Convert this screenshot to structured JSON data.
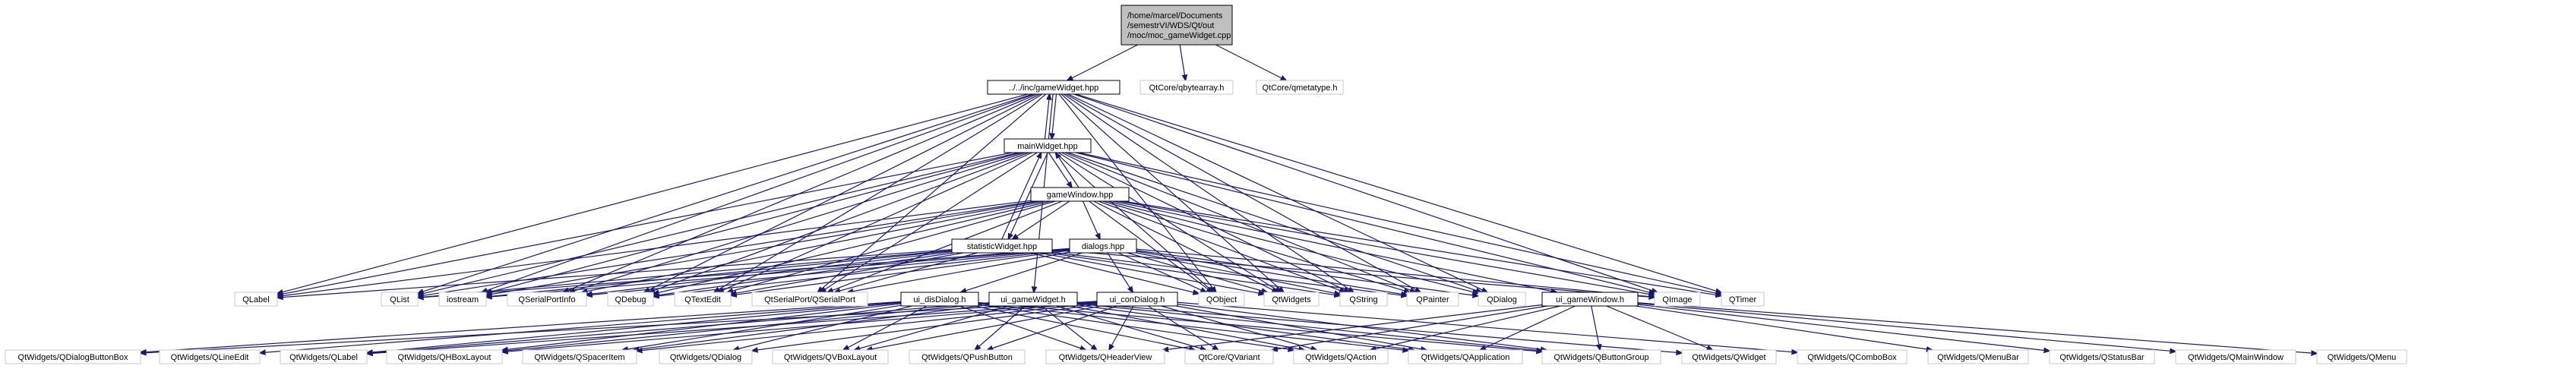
{
  "diagram": {
    "edge_color": "#191970",
    "nodes": [
      {
        "id": "moc",
        "label": [
          "/home/marcel/Documents",
          "/semestrVI/WDS/Qt/out",
          "/moc/moc_gameWidget.cpp"
        ],
        "kind": "root"
      },
      {
        "id": "gameWidget",
        "label": [
          "../../inc/gameWidget.hpp"
        ],
        "kind": "linked"
      },
      {
        "id": "qbytearray",
        "label": [
          "QtCore/qbytearray.h"
        ],
        "kind": "plain"
      },
      {
        "id": "qmetatype",
        "label": [
          "QtCore/qmetatype.h"
        ],
        "kind": "plain"
      },
      {
        "id": "mainWidget",
        "label": [
          "mainWidget.hpp"
        ],
        "kind": "linked"
      },
      {
        "id": "gameWindow",
        "label": [
          "gameWindow.hpp"
        ],
        "kind": "linked"
      },
      {
        "id": "statisticWidget",
        "label": [
          "statisticWidget.hpp"
        ],
        "kind": "linked"
      },
      {
        "id": "dialogs",
        "label": [
          "dialogs.hpp"
        ],
        "kind": "linked"
      },
      {
        "id": "QLabel",
        "label": [
          "QLabel"
        ],
        "kind": "plain"
      },
      {
        "id": "QList",
        "label": [
          "QList"
        ],
        "kind": "plain"
      },
      {
        "id": "iostream",
        "label": [
          "iostream"
        ],
        "kind": "plain"
      },
      {
        "id": "QSerialPortInfo",
        "label": [
          "QSerialPortInfo"
        ],
        "kind": "plain"
      },
      {
        "id": "QDebug",
        "label": [
          "QDebug"
        ],
        "kind": "plain"
      },
      {
        "id": "QTextEdit",
        "label": [
          "QTextEdit"
        ],
        "kind": "plain"
      },
      {
        "id": "QtSerialPort",
        "label": [
          "QtSerialPort/QSerialPort"
        ],
        "kind": "plain"
      },
      {
        "id": "QObject",
        "label": [
          "QObject"
        ],
        "kind": "plain"
      },
      {
        "id": "QtWidgets",
        "label": [
          "QtWidgets"
        ],
        "kind": "plain"
      },
      {
        "id": "QString",
        "label": [
          "QString"
        ],
        "kind": "plain"
      },
      {
        "id": "QPainter",
        "label": [
          "QPainter"
        ],
        "kind": "plain"
      },
      {
        "id": "QDialog",
        "label": [
          "QDialog"
        ],
        "kind": "plain"
      },
      {
        "id": "QImage",
        "label": [
          "QImage"
        ],
        "kind": "plain"
      },
      {
        "id": "QTimer",
        "label": [
          "QTimer"
        ],
        "kind": "plain"
      },
      {
        "id": "ui_disDialog",
        "label": [
          "ui_disDialog.h"
        ],
        "kind": "linked"
      },
      {
        "id": "ui_gameWidget",
        "label": [
          "ui_gameWidget.h"
        ],
        "kind": "linked"
      },
      {
        "id": "ui_conDialog",
        "label": [
          "ui_conDialog.h"
        ],
        "kind": "linked"
      },
      {
        "id": "ui_gameWindow",
        "label": [
          "ui_gameWindow.h"
        ],
        "kind": "linked"
      },
      {
        "id": "w_QDialogButtonBox",
        "label": [
          "QtWidgets/QDialogButtonBox"
        ],
        "kind": "plain"
      },
      {
        "id": "w_QLineEdit",
        "label": [
          "QtWidgets/QLineEdit"
        ],
        "kind": "plain"
      },
      {
        "id": "w_QLabel",
        "label": [
          "QtWidgets/QLabel"
        ],
        "kind": "plain"
      },
      {
        "id": "w_QHBoxLayout",
        "label": [
          "QtWidgets/QHBoxLayout"
        ],
        "kind": "plain"
      },
      {
        "id": "w_QSpacerItem",
        "label": [
          "QtWidgets/QSpacerItem"
        ],
        "kind": "plain"
      },
      {
        "id": "w_QDialog",
        "label": [
          "QtWidgets/QDialog"
        ],
        "kind": "plain"
      },
      {
        "id": "w_QVBoxLayout",
        "label": [
          "QtWidgets/QVBoxLayout"
        ],
        "kind": "plain"
      },
      {
        "id": "w_QPushButton",
        "label": [
          "QtWidgets/QPushButton"
        ],
        "kind": "plain"
      },
      {
        "id": "w_QHeaderView",
        "label": [
          "QtWidgets/QHeaderView"
        ],
        "kind": "plain"
      },
      {
        "id": "c_QVariant",
        "label": [
          "QtCore/QVariant"
        ],
        "kind": "plain"
      },
      {
        "id": "w_QAction",
        "label": [
          "QtWidgets/QAction"
        ],
        "kind": "plain"
      },
      {
        "id": "w_QApplication",
        "label": [
          "QtWidgets/QApplication"
        ],
        "kind": "plain"
      },
      {
        "id": "w_QButtonGroup",
        "label": [
          "QtWidgets/QButtonGroup"
        ],
        "kind": "plain"
      },
      {
        "id": "w_QWidget",
        "label": [
          "QtWidgets/QWidget"
        ],
        "kind": "plain"
      },
      {
        "id": "w_QComboBox",
        "label": [
          "QtWidgets/QComboBox"
        ],
        "kind": "plain"
      },
      {
        "id": "w_QMenuBar",
        "label": [
          "QtWidgets/QMenuBar"
        ],
        "kind": "plain"
      },
      {
        "id": "w_QStatusBar",
        "label": [
          "QtWidgets/QStatusBar"
        ],
        "kind": "plain"
      },
      {
        "id": "w_QMainWindow",
        "label": [
          "QtWidgets/QMainWindow"
        ],
        "kind": "plain"
      },
      {
        "id": "w_QMenu",
        "label": [
          "QtWidgets/QMenu"
        ],
        "kind": "plain"
      }
    ],
    "edges": [
      [
        "moc",
        "gameWidget"
      ],
      [
        "moc",
        "qbytearray"
      ],
      [
        "moc",
        "qmetatype"
      ],
      [
        "gameWidget",
        "mainWidget"
      ],
      [
        "gameWidget",
        "QLabel"
      ],
      [
        "gameWidget",
        "QList"
      ],
      [
        "gameWidget",
        "iostream"
      ],
      [
        "gameWidget",
        "QSerialPortInfo"
      ],
      [
        "gameWidget",
        "QDebug"
      ],
      [
        "gameWidget",
        "QTextEdit"
      ],
      [
        "gameWidget",
        "QtSerialPort"
      ],
      [
        "gameWidget",
        "QObject"
      ],
      [
        "gameWidget",
        "QtWidgets"
      ],
      [
        "gameWidget",
        "QString"
      ],
      [
        "gameWidget",
        "QPainter"
      ],
      [
        "gameWidget",
        "QDialog"
      ],
      [
        "gameWidget",
        "QImage"
      ],
      [
        "gameWidget",
        "QTimer"
      ],
      [
        "gameWidget",
        "ui_gameWidget"
      ],
      [
        "mainWidget",
        "gameWidget"
      ],
      [
        "mainWidget",
        "gameWindow"
      ],
      [
        "mainWidget",
        "statisticWidget"
      ],
      [
        "mainWidget",
        "QLabel"
      ],
      [
        "mainWidget",
        "QList"
      ],
      [
        "mainWidget",
        "iostream"
      ],
      [
        "mainWidget",
        "QSerialPortInfo"
      ],
      [
        "mainWidget",
        "QDebug"
      ],
      [
        "mainWidget",
        "QTextEdit"
      ],
      [
        "mainWidget",
        "QtSerialPort"
      ],
      [
        "mainWidget",
        "QObject"
      ],
      [
        "mainWidget",
        "QtWidgets"
      ],
      [
        "mainWidget",
        "QString"
      ],
      [
        "mainWidget",
        "QPainter"
      ],
      [
        "mainWidget",
        "QDialog"
      ],
      [
        "mainWidget",
        "QImage"
      ],
      [
        "mainWidget",
        "QTimer"
      ],
      [
        "gameWindow",
        "mainWidget"
      ],
      [
        "gameWindow",
        "dialogs"
      ],
      [
        "gameWindow",
        "statisticWidget"
      ],
      [
        "gameWindow",
        "QLabel"
      ],
      [
        "gameWindow",
        "QList"
      ],
      [
        "gameWindow",
        "iostream"
      ],
      [
        "gameWindow",
        "QSerialPortInfo"
      ],
      [
        "gameWindow",
        "QDebug"
      ],
      [
        "gameWindow",
        "QTextEdit"
      ],
      [
        "gameWindow",
        "QtSerialPort"
      ],
      [
        "gameWindow",
        "QObject"
      ],
      [
        "gameWindow",
        "QtWidgets"
      ],
      [
        "gameWindow",
        "QString"
      ],
      [
        "gameWindow",
        "QPainter"
      ],
      [
        "gameWindow",
        "QDialog"
      ],
      [
        "gameWindow",
        "QImage"
      ],
      [
        "gameWindow",
        "QTimer"
      ],
      [
        "gameWindow",
        "ui_gameWindow"
      ],
      [
        "statisticWidget",
        "mainWidget"
      ],
      [
        "statisticWidget",
        "QLabel"
      ],
      [
        "statisticWidget",
        "QList"
      ],
      [
        "statisticWidget",
        "iostream"
      ],
      [
        "statisticWidget",
        "QSerialPortInfo"
      ],
      [
        "statisticWidget",
        "QDebug"
      ],
      [
        "statisticWidget",
        "QTextEdit"
      ],
      [
        "statisticWidget",
        "QtSerialPort"
      ],
      [
        "statisticWidget",
        "QObject"
      ],
      [
        "statisticWidget",
        "QtWidgets"
      ],
      [
        "statisticWidget",
        "QString"
      ],
      [
        "statisticWidget",
        "QPainter"
      ],
      [
        "statisticWidget",
        "QImage"
      ],
      [
        "dialogs",
        "QList"
      ],
      [
        "dialogs",
        "iostream"
      ],
      [
        "dialogs",
        "QSerialPortInfo"
      ],
      [
        "dialogs",
        "QDebug"
      ],
      [
        "dialogs",
        "QTextEdit"
      ],
      [
        "dialogs",
        "QtSerialPort"
      ],
      [
        "dialogs",
        "QObject"
      ],
      [
        "dialogs",
        "QtWidgets"
      ],
      [
        "dialogs",
        "QString"
      ],
      [
        "dialogs",
        "QPainter"
      ],
      [
        "dialogs",
        "QDialog"
      ],
      [
        "dialogs",
        "QImage"
      ],
      [
        "dialogs",
        "ui_disDialog"
      ],
      [
        "dialogs",
        "ui_conDialog"
      ],
      [
        "ui_disDialog",
        "w_QDialogButtonBox"
      ],
      [
        "ui_disDialog",
        "w_QLineEdit"
      ],
      [
        "ui_disDialog",
        "w_QLabel"
      ],
      [
        "ui_disDialog",
        "w_QHBoxLayout"
      ],
      [
        "ui_disDialog",
        "w_QSpacerItem"
      ],
      [
        "ui_disDialog",
        "w_QDialog"
      ],
      [
        "ui_disDialog",
        "w_QVBoxLayout"
      ],
      [
        "ui_disDialog",
        "w_QHeaderView"
      ],
      [
        "ui_disDialog",
        "c_QVariant"
      ],
      [
        "ui_disDialog",
        "w_QAction"
      ],
      [
        "ui_disDialog",
        "w_QApplication"
      ],
      [
        "ui_disDialog",
        "w_QButtonGroup"
      ],
      [
        "ui_gameWidget",
        "w_QLabel"
      ],
      [
        "ui_gameWidget",
        "w_QHBoxLayout"
      ],
      [
        "ui_gameWidget",
        "w_QSpacerItem"
      ],
      [
        "ui_gameWidget",
        "w_QVBoxLayout"
      ],
      [
        "ui_gameWidget",
        "w_QPushButton"
      ],
      [
        "ui_gameWidget",
        "w_QHeaderView"
      ],
      [
        "ui_gameWidget",
        "c_QVariant"
      ],
      [
        "ui_gameWidget",
        "w_QAction"
      ],
      [
        "ui_gameWidget",
        "w_QApplication"
      ],
      [
        "ui_gameWidget",
        "w_QButtonGroup"
      ],
      [
        "ui_gameWidget",
        "w_QWidget"
      ],
      [
        "ui_conDialog",
        "w_QDialogButtonBox"
      ],
      [
        "ui_conDialog",
        "w_QLabel"
      ],
      [
        "ui_conDialog",
        "w_QHBoxLayout"
      ],
      [
        "ui_conDialog",
        "w_QSpacerItem"
      ],
      [
        "ui_conDialog",
        "w_QDialog"
      ],
      [
        "ui_conDialog",
        "w_QVBoxLayout"
      ],
      [
        "ui_conDialog",
        "w_QPushButton"
      ],
      [
        "ui_conDialog",
        "w_QHeaderView"
      ],
      [
        "ui_conDialog",
        "c_QVariant"
      ],
      [
        "ui_conDialog",
        "w_QAction"
      ],
      [
        "ui_conDialog",
        "w_QApplication"
      ],
      [
        "ui_conDialog",
        "w_QButtonGroup"
      ],
      [
        "ui_conDialog",
        "w_QComboBox"
      ],
      [
        "ui_gameWindow",
        "w_QHeaderView"
      ],
      [
        "ui_gameWindow",
        "c_QVariant"
      ],
      [
        "ui_gameWindow",
        "w_QAction"
      ],
      [
        "ui_gameWindow",
        "w_QApplication"
      ],
      [
        "ui_gameWindow",
        "w_QButtonGroup"
      ],
      [
        "ui_gameWindow",
        "w_QWidget"
      ],
      [
        "ui_gameWindow",
        "w_QMenuBar"
      ],
      [
        "ui_gameWindow",
        "w_QStatusBar"
      ],
      [
        "ui_gameWindow",
        "w_QMainWindow"
      ],
      [
        "ui_gameWindow",
        "w_QMenu"
      ]
    ]
  }
}
